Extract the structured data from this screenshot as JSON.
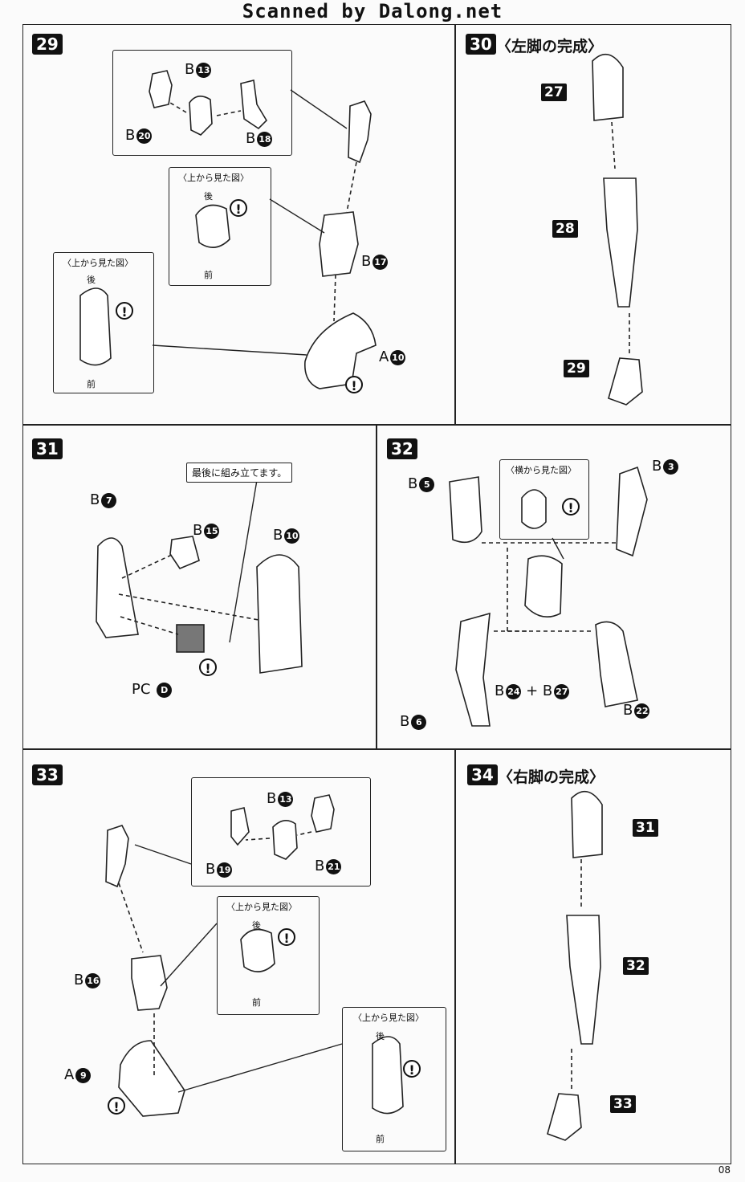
{
  "header": "Scanned by Dalong.net",
  "page_number": "08",
  "steps": {
    "s29": {
      "num": "29"
    },
    "s30": {
      "num": "30",
      "title": "〈左脚の完成〉"
    },
    "s31": {
      "num": "31",
      "callout": "最後に組み立てます。"
    },
    "s32": {
      "num": "32",
      "side_view": "〈横から見た図〉"
    },
    "s33": {
      "num": "33"
    },
    "s34": {
      "num": "34",
      "title": "〈右脚の完成〉"
    }
  },
  "view": {
    "top": "〈上から見た図〉",
    "back": "後",
    "front": "前"
  },
  "warn": "!",
  "parts": {
    "b13": "13",
    "b20": "20",
    "b18": "18",
    "b17": "17",
    "a10": "10",
    "b7": "7",
    "b15": "15",
    "b10": "10",
    "pcd": "D",
    "b5": "5",
    "b3": "3",
    "b24": "24",
    "b27": "27",
    "b22": "22",
    "b6": "6",
    "b19": "19",
    "b21": "21",
    "b16": "16",
    "a9": "9"
  },
  "letters": {
    "B": "B",
    "A": "A",
    "PC": "PC",
    "plus": "+"
  },
  "refs": {
    "r27": "27",
    "r28": "28",
    "r29": "29",
    "r31": "31",
    "r32": "32",
    "r33": "33"
  }
}
